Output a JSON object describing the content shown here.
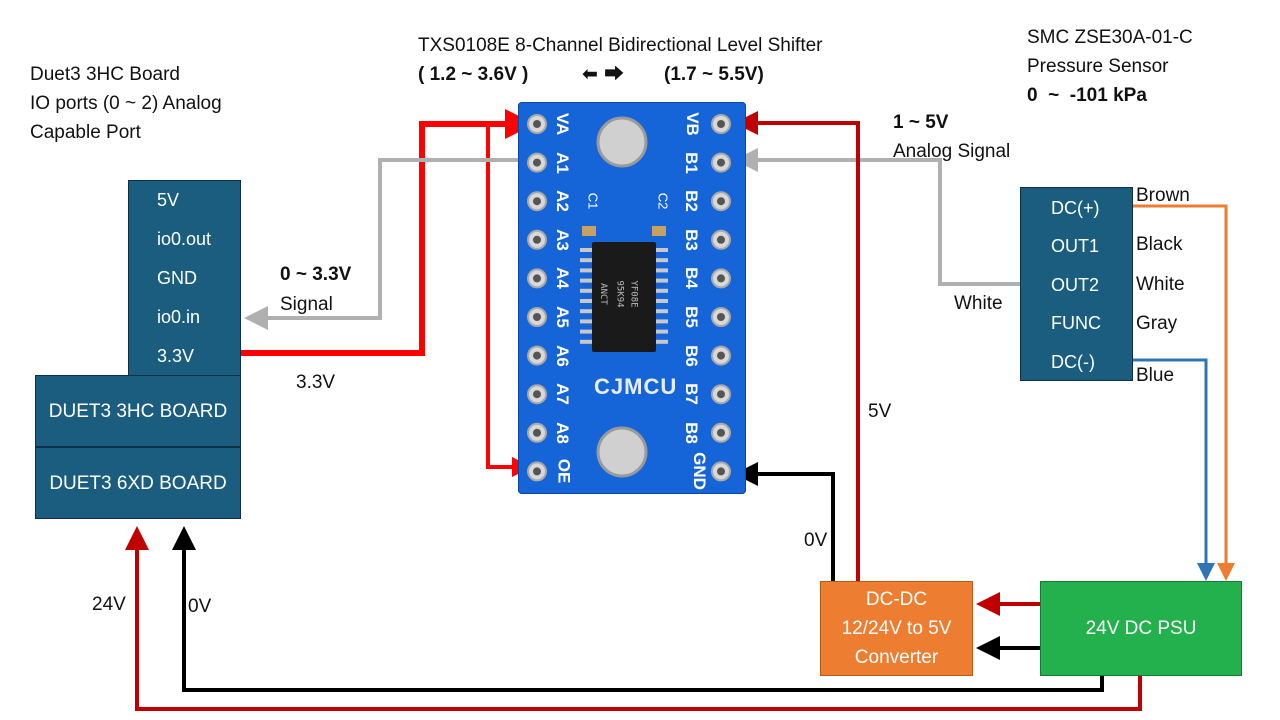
{
  "colors": {
    "red": "#c00000",
    "bright_red": "#ff0000",
    "gray": "#b0b0b0",
    "black": "#000000",
    "orange_wire": "#ed7d31",
    "blue_wire": "#2e75b6",
    "duet_box": "#1b5d7e",
    "dcdc_box": "#ed7d31",
    "psu_box": "#22b14c",
    "pcb": "#1565d8"
  },
  "duet": {
    "title_lines": [
      "Duet3 3HC Board",
      "IO ports (0 ~ 2) Analog",
      "Capable Port"
    ],
    "pins": [
      "5V",
      "io0.out",
      "GND",
      "io0.in",
      "3.3V"
    ],
    "board_3hc": "DUET3 3HC BOARD",
    "board_6xd": "DUET3 6XD BOARD"
  },
  "shifter": {
    "title": "TXS0108E  8-Channel Bidirectional Level Shifter",
    "range_low": "( 1.2 ~ 3.6V )",
    "arrows": "⬅ ⮕",
    "range_high": "(1.7 ~ 5.5V)",
    "pcb_left_labels": [
      "VA",
      "A1",
      "A2",
      "A3",
      "A4",
      "A5",
      "A6",
      "A7",
      "A8",
      "OE"
    ],
    "pcb_right_labels": [
      "VB",
      "B1",
      "B2",
      "B3",
      "B4",
      "B5",
      "B6",
      "B7",
      "B8",
      "GND"
    ],
    "pcb_brand": "CJMCU",
    "cap_c1": "C1",
    "cap_c2": "C2",
    "chip_text": [
      "YF08E",
      "95K94",
      "ANCT"
    ]
  },
  "sensor": {
    "title_lines": [
      "SMC ZSE30A-01-C",
      "Pressure Sensor"
    ],
    "range": "0  ~  -101 kPa",
    "pins": [
      "DC(+)",
      "OUT1",
      "OUT2",
      "FUNC",
      "DC(-)"
    ],
    "wire_colors": [
      "Brown",
      "Black",
      "White",
      "Gray",
      "Blue"
    ],
    "white_label": "White"
  },
  "signals": {
    "signal_range": "0 ~ 3.3V",
    "signal_text": "Signal",
    "v33": "3.3V",
    "analog_range": "1 ~ 5V",
    "analog_text": "Analog Signal",
    "v5": "5V",
    "v0_dcdc": "0V",
    "v24": "24V",
    "v0_bottom": "0V"
  },
  "dcdc": {
    "lines": [
      "DC-DC",
      "12/24V to 5V",
      "Converter"
    ]
  },
  "psu": {
    "label": "24V DC PSU"
  }
}
